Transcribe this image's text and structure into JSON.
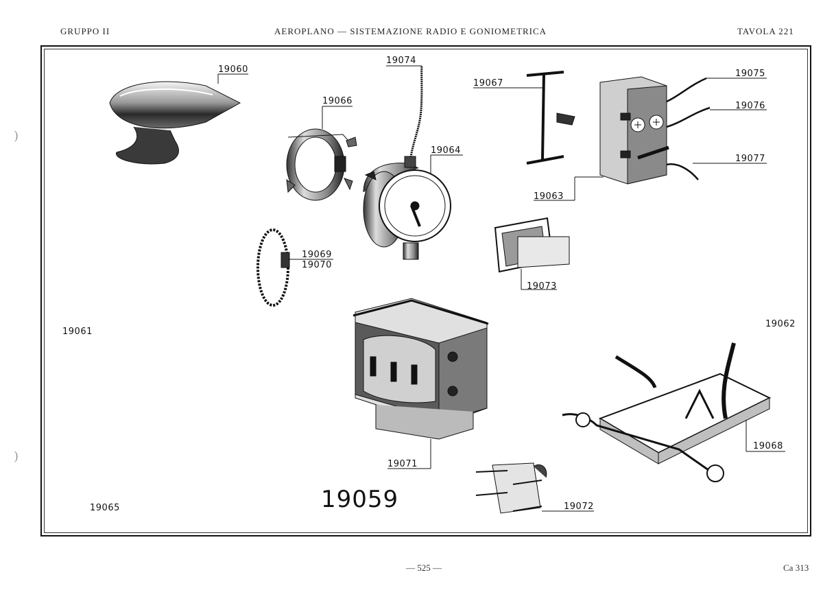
{
  "header": {
    "left": "GRUPPO II",
    "center": "AEROPLANO — SISTEMAZIONE RADIO E GONIOMETRICA",
    "right": "TAVOLA 221"
  },
  "labels": {
    "p19060": "19060",
    "p19074": "19074",
    "p19066": "19066",
    "p19064": "19064",
    "p19067": "19067",
    "p19075": "19075",
    "p19076": "19076",
    "p19077": "19077",
    "p19063": "19063",
    "p19069": "19069",
    "p19070": "19070",
    "p19073": "19073",
    "p19061": "19061",
    "p19062": "19062",
    "p19068": "19068",
    "p19071": "19071",
    "p19072": "19072",
    "p19065": "19065",
    "main_number": "19059"
  },
  "footer": {
    "page": "— 525 —",
    "code": "Ca 313"
  }
}
